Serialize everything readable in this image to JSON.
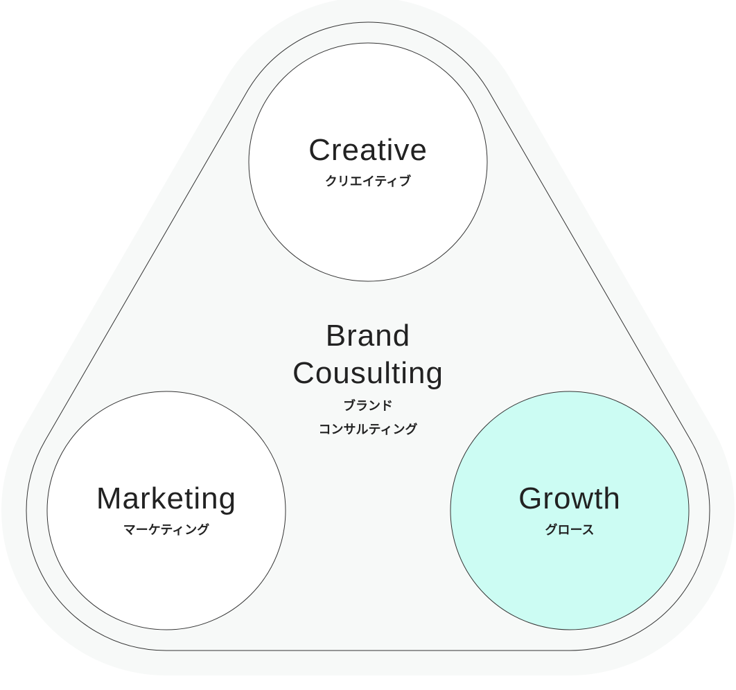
{
  "colors": {
    "outer": "#f7f9f8",
    "stroke": "#333333",
    "circle": "#ffffff",
    "highlight": "#ccfcf3"
  },
  "center": {
    "title_line1": "Brand",
    "title_line2": "Cousulting",
    "ja_line1": "ブランド",
    "ja_line2": "コンサルティング"
  },
  "nodes": [
    {
      "title": "Creative",
      "ja": "クリエイティブ",
      "highlight": false
    },
    {
      "title": "Marketing",
      "ja": "マーケティング",
      "highlight": false
    },
    {
      "title": "Growth",
      "ja": "グロース",
      "highlight": true
    }
  ]
}
